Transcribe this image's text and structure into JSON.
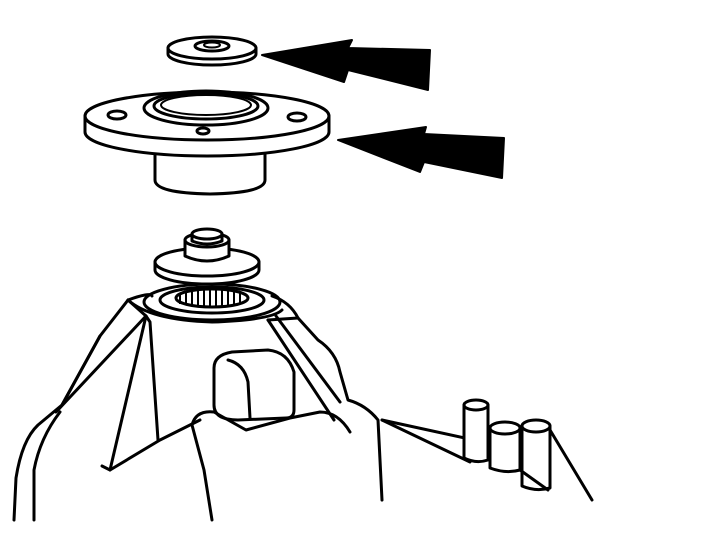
{
  "figure": {
    "style": "black line-art exploded view, white background",
    "parts": [
      "seal-washer",
      "flange-housing",
      "shaft-end",
      "bearing-race",
      "gear-housing",
      "mounting-studs"
    ],
    "callouts": [
      "arrow-to-seal-washer",
      "arrow-to-flange-housing"
    ],
    "colors": {
      "ink": "#000000",
      "paper": "#ffffff"
    }
  }
}
